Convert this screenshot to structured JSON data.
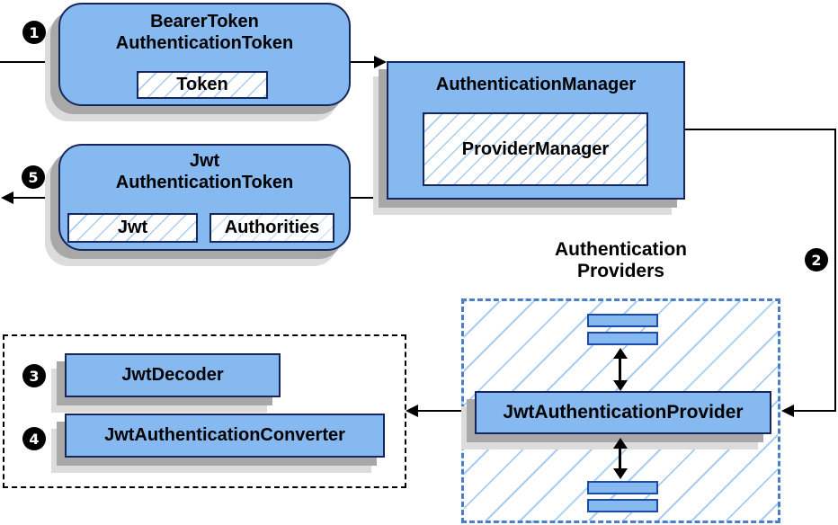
{
  "theme": {
    "box_fill": "#85B9F0",
    "box_border": "#17275E",
    "bar_border": "#1D4CA8",
    "hatch": "#A9CCF2",
    "hatch_faint": "#CFE2F6",
    "providers_border": "#4B7EC8",
    "shadow_dark": "#A8A8A8",
    "shadow_light": "#DCDCDC",
    "line_color": "#000000",
    "text_color": "#000000",
    "badge_bg": "#000000",
    "badge_fg": "#FFFFFF",
    "background": "#FFFFFF"
  },
  "badges": [
    {
      "label": "1"
    },
    {
      "label": "2"
    },
    {
      "label": "3"
    },
    {
      "label": "4"
    },
    {
      "label": "5"
    }
  ],
  "nodes": {
    "bearer_token": {
      "title_line1": "BearerToken",
      "title_line2": "AuthenticationToken",
      "field_token": "Token"
    },
    "authentication_manager": {
      "title": "AuthenticationManager",
      "field_provider_manager": "ProviderManager"
    },
    "jwt_token": {
      "title_line1": "Jwt",
      "title_line2": "AuthenticationToken",
      "field_jwt": "Jwt",
      "field_authorities": "Authorities"
    },
    "providers_group": {
      "label_line1": "Authentication",
      "label_line2": "Providers",
      "provider_box": "JwtAuthenticationProvider"
    },
    "decoder_group": {
      "decoder_box": "JwtDecoder",
      "converter_box": "JwtAuthenticationConverter"
    }
  }
}
